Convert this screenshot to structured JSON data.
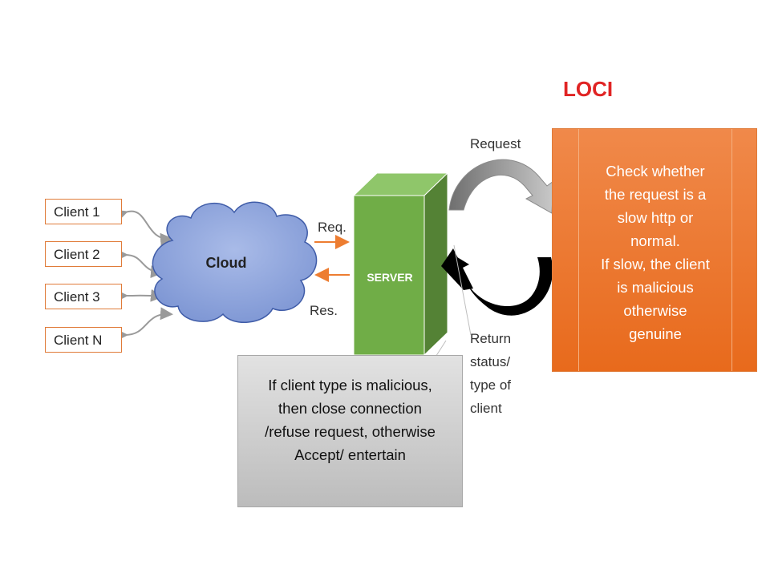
{
  "title": "LOCI",
  "clients": [
    "Client 1",
    "Client 2",
    "Client 3",
    "Client N"
  ],
  "cloud_label": "Cloud",
  "server_label": "SERVER",
  "req_label": "Req.",
  "res_label": "Res.",
  "request_label": "Request",
  "return_label": [
    "Return",
    "status/",
    "type of",
    "client"
  ],
  "loci_box_text": [
    "Check whether",
    "the request is a",
    "slow http or",
    "normal.",
    "If slow, the client",
    "is malicious",
    "otherwise",
    "genuine"
  ],
  "decision_box_text": [
    "If client type is malicious,",
    "then close connection",
    "/refuse request, otherwise",
    "Accept/ entertain"
  ],
  "colors": {
    "client_border": "#e07b39",
    "cloud_fill": "#8fa6dc",
    "server_front": "#70ad47",
    "server_side": "#548235",
    "loci_box": "#ed7d31",
    "title": "#e02424",
    "arrow_orange": "#ed7d31"
  }
}
